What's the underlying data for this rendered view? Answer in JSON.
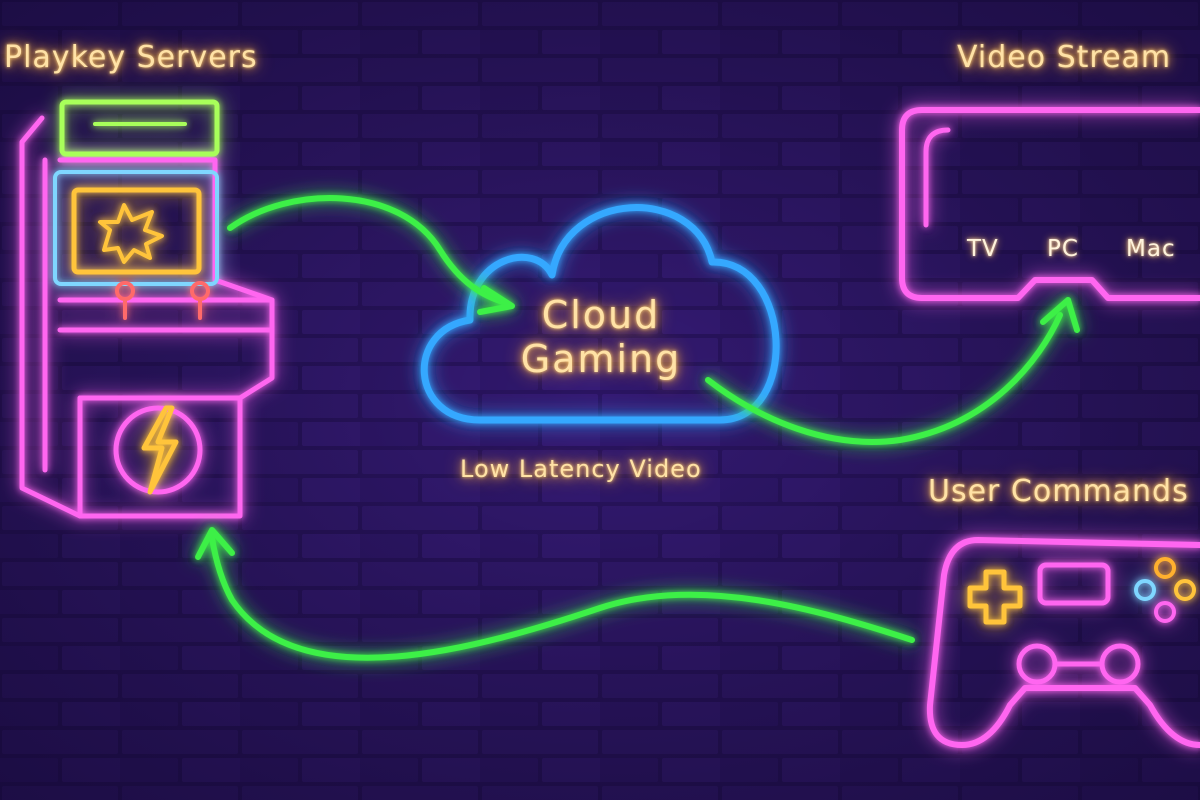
{
  "labels": {
    "servers": "Playkey Servers",
    "stream": "Video Stream",
    "cloud_line1": "Cloud",
    "cloud_line2": "Gaming",
    "latency": "Low Latency Video",
    "commands": "User Commands"
  },
  "devices": [
    "TV",
    "PC",
    "Mac"
  ],
  "colors": {
    "background": "#24105a",
    "arrow": "#3cf046",
    "arcade": "#ff66f0",
    "marquee": "#a8ff5a",
    "cabinet_screen": "#ffc43a",
    "cloud": "#35a8ff",
    "monitor": "#ff66f0",
    "controller": "#ff66f0",
    "label_text": "#ffe2a6"
  },
  "icons": [
    "arcade-machine-icon",
    "cloud-icon",
    "monitor-icon",
    "gamepad-icon",
    "lightning-icon",
    "explosion-icon"
  ]
}
